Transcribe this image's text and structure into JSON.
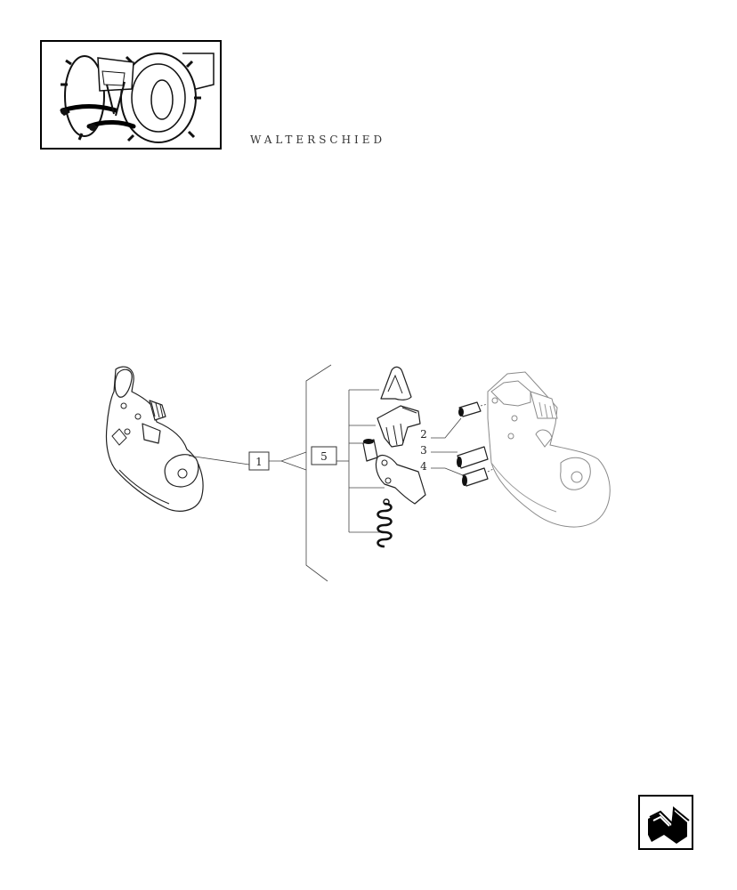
{
  "header": {
    "location_caption": "WALTERSCHIED"
  },
  "thumbnail": {
    "subject": "tractor rear linkage thumbnail"
  },
  "callouts": {
    "assembly": "1",
    "kit": "5",
    "items": [
      "2",
      "3",
      "4"
    ]
  },
  "nav": {
    "icon": "next-page-arrow-icon"
  }
}
